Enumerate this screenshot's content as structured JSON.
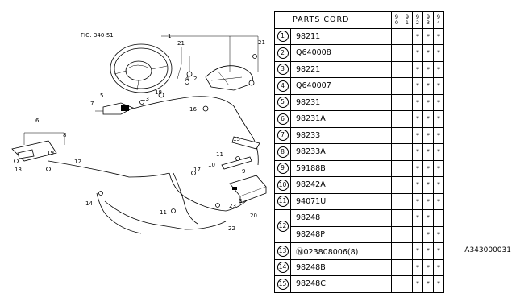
{
  "figure_ref": "FIG. 340-51",
  "diagram_code": "A343000031",
  "table": {
    "header": "PARTS CORD",
    "years": [
      [
        "9",
        "0"
      ],
      [
        "9",
        "1"
      ],
      [
        "9",
        "2"
      ],
      [
        "9",
        "3"
      ],
      [
        "9",
        "4"
      ]
    ],
    "rows": [
      {
        "no": "1",
        "code": "98211",
        "marks": [
          "",
          "",
          "*",
          "*",
          "*"
        ]
      },
      {
        "no": "2",
        "code": "Q640008",
        "marks": [
          "",
          "",
          "*",
          "*",
          "*"
        ]
      },
      {
        "no": "3",
        "code": "98221",
        "marks": [
          "",
          "",
          "*",
          "*",
          "*"
        ]
      },
      {
        "no": "4",
        "code": "Q640007",
        "marks": [
          "",
          "",
          "*",
          "*",
          "*"
        ]
      },
      {
        "no": "5",
        "code": "98231",
        "marks": [
          "",
          "",
          "*",
          "*",
          "*"
        ]
      },
      {
        "no": "6",
        "code": "98231A",
        "marks": [
          "",
          "",
          "*",
          "*",
          "*"
        ]
      },
      {
        "no": "7",
        "code": "98233",
        "marks": [
          "",
          "",
          "*",
          "*",
          "*"
        ]
      },
      {
        "no": "8",
        "code": "98233A",
        "marks": [
          "",
          "",
          "*",
          "*",
          "*"
        ]
      },
      {
        "no": "9",
        "code": "59188B",
        "marks": [
          "",
          "",
          "*",
          "*",
          "*"
        ]
      },
      {
        "no": "10",
        "code": "98242A",
        "marks": [
          "",
          "",
          "*",
          "*",
          "*"
        ]
      },
      {
        "no": "11",
        "code": "94071U",
        "marks": [
          "",
          "",
          "*",
          "*",
          "*"
        ]
      },
      {
        "no": "12",
        "code": "98248",
        "marks": [
          "",
          "",
          "*",
          "*",
          ""
        ]
      },
      {
        "no": "",
        "code": "98248P",
        "marks": [
          "",
          "",
          "",
          "*",
          "*"
        ]
      },
      {
        "no": "13",
        "code": "Ⓝ023808006(8)",
        "marks": [
          "",
          "",
          "*",
          "*",
          "*"
        ]
      },
      {
        "no": "14",
        "code": "98248B",
        "marks": [
          "",
          "",
          "*",
          "*",
          "*"
        ]
      },
      {
        "no": "15",
        "code": "98248C",
        "marks": [
          "",
          "",
          "*",
          "*",
          "*"
        ]
      }
    ]
  },
  "callouts": [
    "1",
    "2",
    "3",
    "4",
    "5",
    "6",
    "7",
    "8",
    "9",
    "10",
    "11",
    "12",
    "13",
    "14",
    "15",
    "16",
    "17",
    "18",
    "19",
    "20",
    "21",
    "22",
    "23"
  ]
}
